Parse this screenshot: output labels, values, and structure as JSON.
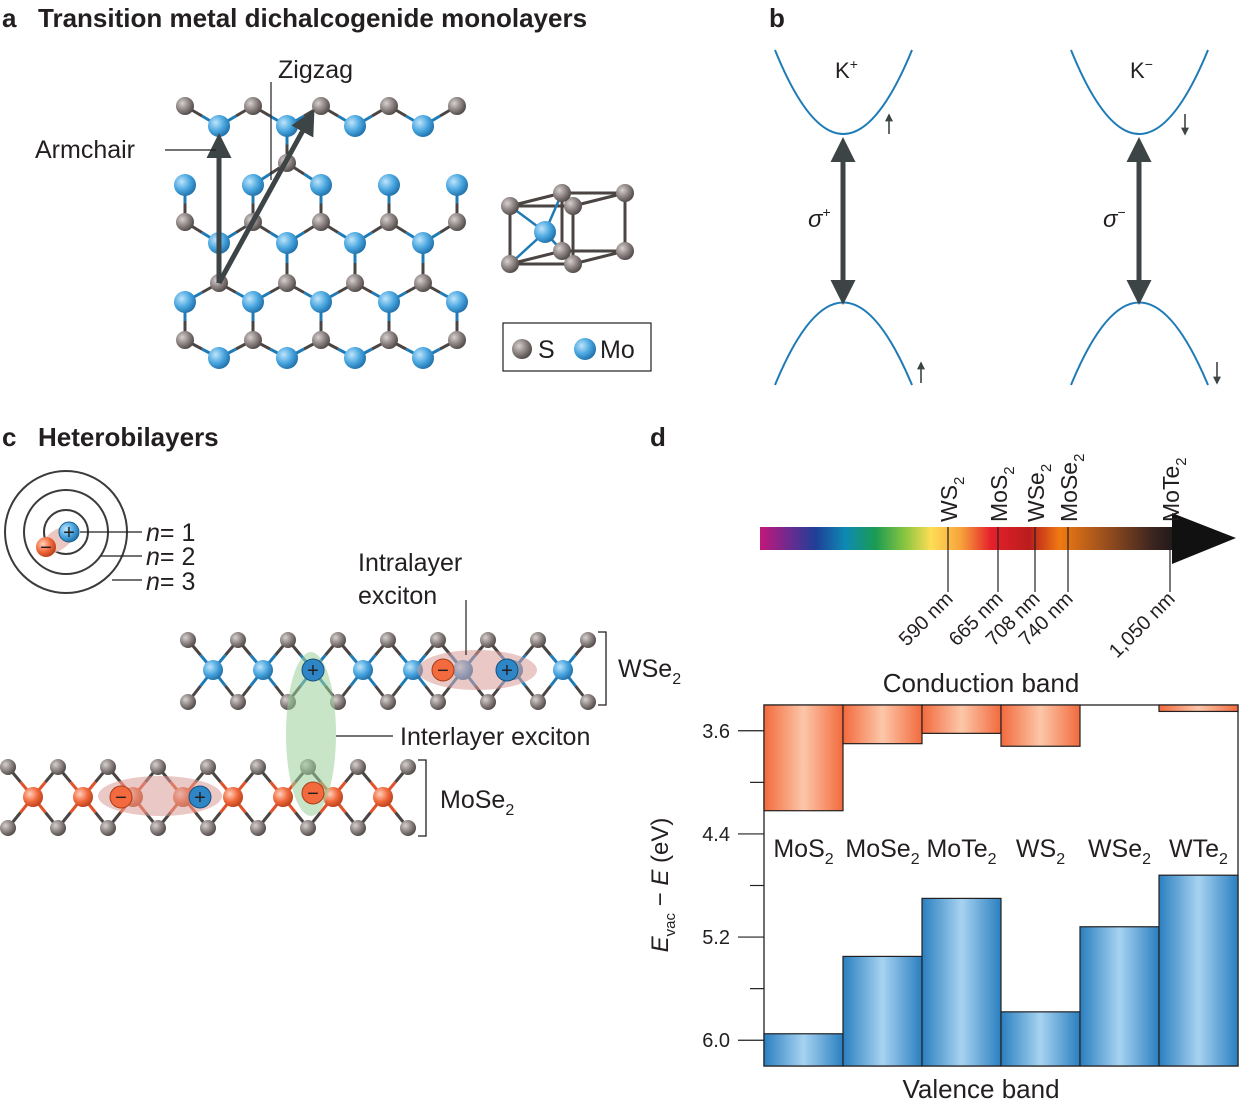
{
  "panels": {
    "a": {
      "label": "a",
      "title": "Transition metal dichalcogenide monolayers",
      "zigzag_label": "Zigzag",
      "armchair_label": "Armchair",
      "legend": [
        {
          "symbol": "S",
          "color": "#7b7271"
        },
        {
          "symbol": "Mo",
          "color": "#3f9fd8"
        }
      ]
    },
    "b": {
      "label": "b",
      "valleys": [
        {
          "name": "K",
          "sup": "+",
          "transition": "σ",
          "trans_sup": "+",
          "spin": "up"
        },
        {
          "name": "K",
          "sup": "−",
          "transition": "σ",
          "trans_sup": "−",
          "spin": "down"
        }
      ]
    },
    "c": {
      "label": "c",
      "title": "Heterobilayers",
      "rydberg": [
        {
          "n_label": "n",
          "eq": "= 1"
        },
        {
          "n_label": "n",
          "eq": "= 2"
        },
        {
          "n_label": "n",
          "eq": "= 3"
        }
      ],
      "intralayer_label_line1": "Intralayer",
      "intralayer_label_line2": "exciton",
      "interlayer_label": "Interlayer exciton",
      "top_layer": {
        "base": "WSe",
        "sub": "2"
      },
      "bottom_layer": {
        "base": "MoSe",
        "sub": "2"
      },
      "plus": "+",
      "minus": "−"
    },
    "d": {
      "label": "d"
    }
  },
  "spectrum": {
    "materials": [
      {
        "base": "WS",
        "sub": "2",
        "wavelength": "590 nm",
        "nm": 590
      },
      {
        "base": "MoS",
        "sub": "2",
        "wavelength": "665 nm",
        "nm": 665
      },
      {
        "base": "WSe",
        "sub": "2",
        "wavelength": "708 nm",
        "nm": 708
      },
      {
        "base": "MoSe",
        "sub": "2",
        "wavelength": "740 nm",
        "nm": 740
      },
      {
        "base": "MoTe",
        "sub": "2",
        "wavelength": "1,050 nm",
        "nm": 1050
      }
    ]
  },
  "chart_data": {
    "type": "bar",
    "top_label": "Conduction band",
    "bottom_label": "Valence band",
    "ylabel": {
      "E": "E",
      "vac": "vac",
      "rest": " − ",
      "E2": "E",
      "unit": " (eV)"
    },
    "y_inverted": true,
    "ylim": [
      3.4,
      6.3
    ],
    "yticks": [
      "3.6",
      "4.4",
      "5.2",
      "6.0"
    ],
    "ytick_values": [
      3.6,
      4.4,
      5.2,
      6.0
    ],
    "minor_ticks": [
      4.0,
      4.8,
      5.6
    ],
    "categories": [
      {
        "base": "MoS",
        "sub": "2"
      },
      {
        "base": "MoSe",
        "sub": "2"
      },
      {
        "base": "MoTe",
        "sub": "2"
      },
      {
        "base": "WS",
        "sub": "2"
      },
      {
        "base": "WSe",
        "sub": "2"
      },
      {
        "base": "WTe",
        "sub": "2"
      }
    ],
    "series": [
      {
        "name": "Conduction band",
        "color": "#f36f45",
        "values": [
          4.22,
          3.7,
          3.62,
          3.72,
          3.38,
          3.45
        ]
      },
      {
        "name": "Valence band",
        "color": "#2f86c6",
        "values": [
          5.95,
          5.35,
          4.9,
          5.78,
          5.12,
          4.72
        ]
      }
    ],
    "bar_top": 3.4,
    "bar_bottom": 6.2
  }
}
